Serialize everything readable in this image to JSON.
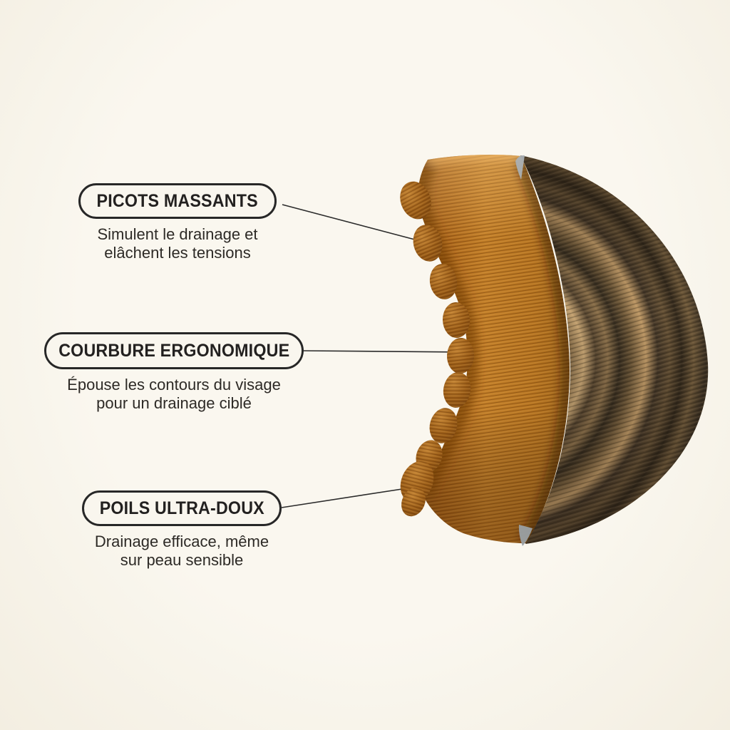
{
  "canvas": {
    "background": "#f9f6ee",
    "vignette": "#f3eee1"
  },
  "callouts": [
    {
      "title": "PICOTS MASSANTS",
      "desc_line1": "Simulent le drainage et",
      "desc_line2": "elâchent les tensions"
    },
    {
      "title": "COURBURE ERGONOMIQUE",
      "desc_line1": "Épouse les contours du visage",
      "desc_line2": "pour un drainage ciblé"
    },
    {
      "title": "POILS ULTRA-DOUX",
      "desc_line1": "Drainage efficace, même",
      "desc_line2": "sur peau sensible"
    }
  ],
  "product": {
    "colors": {
      "bristle": "#b9741f",
      "bristle_dark": "#8a4e12",
      "wood_dark": "#3f3525",
      "wood_light": "#c09a67",
      "outline": "#2b2b2b",
      "pill_fill": "#f9f6ee",
      "text": "#2d2a26"
    }
  }
}
